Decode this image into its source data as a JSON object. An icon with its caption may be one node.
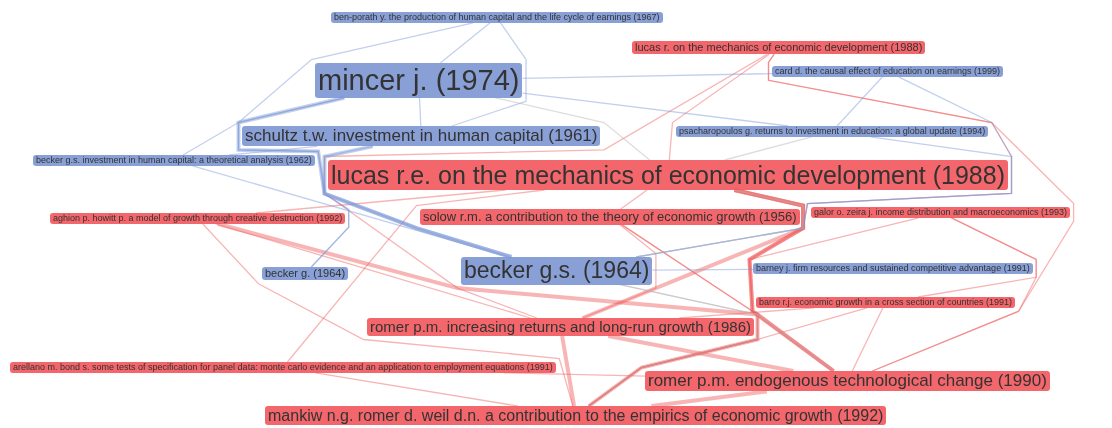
{
  "diagram": {
    "nodes": [
      {
        "text": [
          "ben-porath y. the production of human capital and the life cycle of earnings (1967)"
        ]
      },
      {
        "text": [
          "lucas r. on the mechanics of economic development (1988)"
        ]
      },
      {
        "text": [
          "mincer j. (1974)"
        ]
      },
      {
        "text": [
          "card d. the causal effect of education on earnings (1999)"
        ]
      },
      {
        "text": [
          "schultz t.w. investment in human capital (1961)"
        ]
      },
      {
        "text": [
          "psacharopoulos g. returns to investment in education: a global update (1994)"
        ]
      },
      {
        "text": [
          "becker g.s. investment in human capital: a theoretical analysis (1962)"
        ]
      },
      {
        "text": [
          "lucas r.e. on the mechanics of economic development (1988)"
        ]
      },
      {
        "text": [
          "aghion p. howitt p. a model of growth through creative destruction (1992)"
        ]
      },
      {
        "text": [
          "solow r.m. a contribution to the theory of economic growth (1956)"
        ]
      },
      {
        "text": [
          "galor o. zeira j. income distribution and macroeconomics (1993)"
        ]
      },
      {
        "text": [
          "becker g. (1964)"
        ]
      },
      {
        "text": [
          "becker g.s. (1964)"
        ]
      },
      {
        "text": [
          "barney j. firm resources and sustained competitive advantage (1991)"
        ]
      },
      {
        "text": [
          "barro r.j. economic growth in a cross section of countries (1991)"
        ]
      },
      {
        "text": [
          "romer p.m. increasing returns and long-run growth (1986)"
        ]
      },
      {
        "text": [
          "arellano m. bond s. some tests of specification for panel data: monte carlo evidence and an application to employment equations (1991)"
        ]
      },
      {
        "text": [
          "romer p.m. endogenous technological change (1990)"
        ]
      },
      {
        "text": [
          "mankiw n.g. romer d. weil d.n. a contribution to the empirics of economic growth (1992)"
        ]
      }
    ],
    "edges": [
      {
        "from": 7,
        "to": 18,
        "arrow": "none",
        "style": "thick"
      },
      {
        "from": 7,
        "to": 17,
        "arrow": "none",
        "style": "thick"
      },
      {
        "from": 7,
        "to": 15,
        "arrow": "none",
        "style": "thick"
      },
      {
        "from": 7,
        "to": 9,
        "arrow": "none"
      },
      {
        "from": 15,
        "to": 18,
        "arrow": "none",
        "style": "thick"
      },
      {
        "from": 15,
        "to": 17,
        "arrow": "none",
        "style": "thick"
      },
      {
        "from": 17,
        "to": 18,
        "arrow": "none",
        "style": "thick"
      },
      {
        "from": 9,
        "to": 18,
        "arrow": "none"
      },
      {
        "from": 9,
        "to": 17,
        "arrow": "none"
      },
      {
        "from": 9,
        "to": 15,
        "arrow": "none"
      },
      {
        "from": 8,
        "to": 17,
        "arrow": "none",
        "style": "thick"
      },
      {
        "from": 8,
        "to": 15,
        "arrow": "none"
      },
      {
        "from": 8,
        "to": 18,
        "arrow": "none"
      },
      {
        "from": 8,
        "to": 7,
        "arrow": "none"
      },
      {
        "from": 14,
        "to": 17,
        "arrow": "none"
      },
      {
        "from": 14,
        "to": 18,
        "arrow": "none"
      },
      {
        "from": 14,
        "to": 15,
        "arrow": "none"
      },
      {
        "from": 1,
        "to": 18,
        "arrow": "none"
      },
      {
        "from": 1,
        "to": 17,
        "arrow": "none"
      },
      {
        "from": 1,
        "to": 15,
        "arrow": "none"
      },
      {
        "from": 1,
        "to": 7,
        "arrow": "none"
      },
      {
        "from": 10,
        "to": 17,
        "arrow": "none"
      },
      {
        "from": 10,
        "to": 18,
        "arrow": "none"
      },
      {
        "from": 10,
        "to": 14,
        "arrow": "none"
      },
      {
        "from": 16,
        "to": 18,
        "arrow": "none"
      },
      {
        "from": 16,
        "to": 17,
        "arrow": "none"
      },
      {
        "from": 16,
        "to": 7,
        "arrow": "none"
      },
      {
        "from": 2,
        "to": 12,
        "arrow": "none",
        "style": "thick",
        "color": "#7b96d6"
      },
      {
        "from": 4,
        "to": 12,
        "arrow": "none",
        "style": "thick",
        "color": "#7b96d6"
      },
      {
        "from": 2,
        "to": 4,
        "arrow": "none",
        "color": "#7b96d6"
      },
      {
        "from": 0,
        "to": 2,
        "arrow": "none",
        "color": "#7b96d6"
      },
      {
        "from": 0,
        "to": 12,
        "arrow": "none",
        "color": "#7b96d6"
      },
      {
        "from": 0,
        "to": 4,
        "arrow": "none",
        "color": "#7b96d6"
      },
      {
        "from": 3,
        "to": 2,
        "arrow": "none",
        "color": "#7b96d6"
      },
      {
        "from": 3,
        "to": 12,
        "arrow": "none",
        "color": "#7b96d6"
      },
      {
        "from": 5,
        "to": 12,
        "arrow": "none",
        "color": "#7b96d6"
      },
      {
        "from": 5,
        "to": 2,
        "arrow": "none",
        "color": "#7b96d6"
      },
      {
        "from": 6,
        "to": 12,
        "arrow": "none",
        "color": "#7b96d6"
      },
      {
        "from": 6,
        "to": 2,
        "arrow": "none",
        "color": "#7b96d6"
      },
      {
        "from": 6,
        "to": 4,
        "arrow": "none",
        "color": "#7b96d6"
      },
      {
        "from": 11,
        "to": 4,
        "arrow": "none",
        "color": "#7b96d6"
      },
      {
        "from": 11,
        "to": 2,
        "arrow": "none",
        "color": "#7b96d6"
      },
      {
        "from": 13,
        "to": 12,
        "arrow": "none",
        "color": "#7b96d6"
      },
      {
        "from": 3,
        "to": 5,
        "arrow": "none",
        "color": "#7b96d6"
      },
      {
        "from": 2,
        "to": 7,
        "arrow": "none",
        "color": "#b4b4b4"
      },
      {
        "from": 12,
        "to": 7,
        "arrow": "none",
        "color": "#b4b4b4"
      },
      {
        "from": 12,
        "to": 18,
        "arrow": "none",
        "color": "#b4b4b4"
      },
      {
        "from": 12,
        "to": 17,
        "arrow": "none",
        "color": "#b4b4b4"
      },
      {
        "from": 5,
        "to": 7,
        "arrow": "none",
        "color": "#b4b4b4"
      }
    ]
  }
}
